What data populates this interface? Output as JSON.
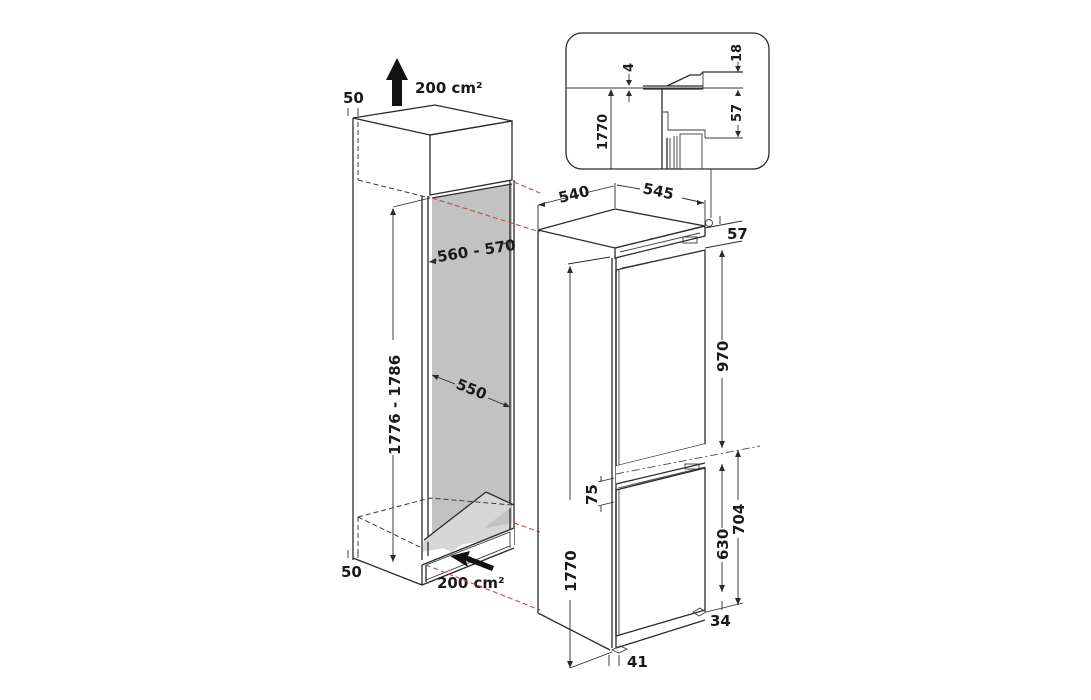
{
  "diagram": {
    "type": "built-in fridge-freezer installation dimensions (mm)",
    "colors": {
      "line": "#2b2b2b",
      "cavity_fill": "#c2c2c2",
      "alignment_dash": "#c4484d"
    },
    "cabinet": {
      "top_vent_label": "200 cm²",
      "bottom_vent_label": "200 cm²",
      "top_gap": "50",
      "bottom_gap": "50",
      "niche_height": "1776 - 1786",
      "niche_width": "560 - 570",
      "niche_depth": "550"
    },
    "appliance": {
      "depth": "540",
      "width": "545",
      "top_clearance": "57",
      "fridge_door_height": "970",
      "door_gap": "75",
      "freezer_to_floor": "704",
      "freezer_door_height": "630",
      "foot_height": "34",
      "total_height": "1770",
      "foot_offset": "41"
    },
    "detail_inset": {
      "height": "1770",
      "gap": "4",
      "top_step": "18",
      "hinge_height": "57"
    }
  }
}
